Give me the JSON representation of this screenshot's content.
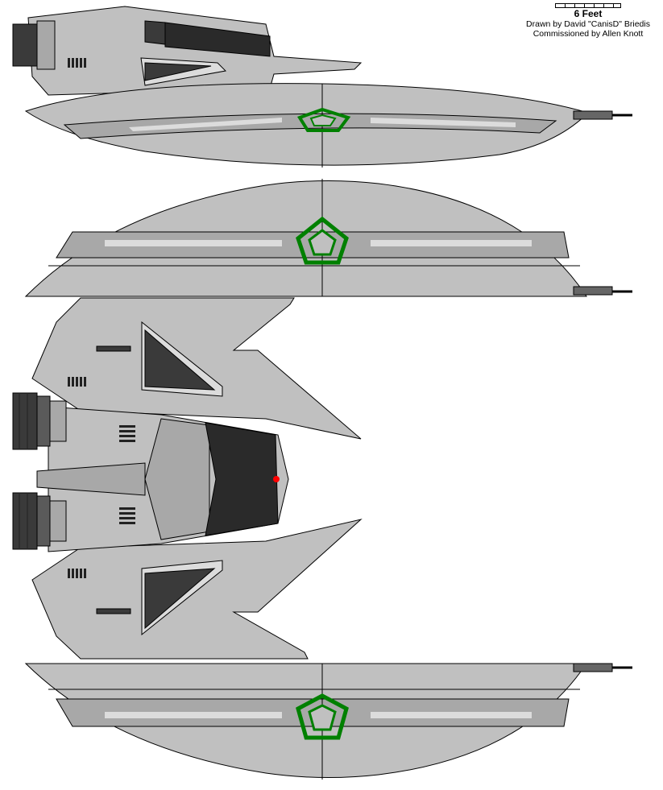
{
  "scale": {
    "label": "6 Feet"
  },
  "credits": {
    "drawn_by": "Drawn by David \"CanisD\" Briedis",
    "commissioned_by": "Commissioned by Allen Knott"
  },
  "colors": {
    "hull": "#c0c0c0",
    "hull_light": "#dcdcdc",
    "panel_mid": "#a8a8a8",
    "dark": "#3a3a3a",
    "darker": "#2a2a2a",
    "insignia": "#008000",
    "outline": "#000000",
    "sensor": "#ff0000"
  },
  "icons": [
    "wing-insignia-icon",
    "cockpit-sensor-eye-icon"
  ]
}
